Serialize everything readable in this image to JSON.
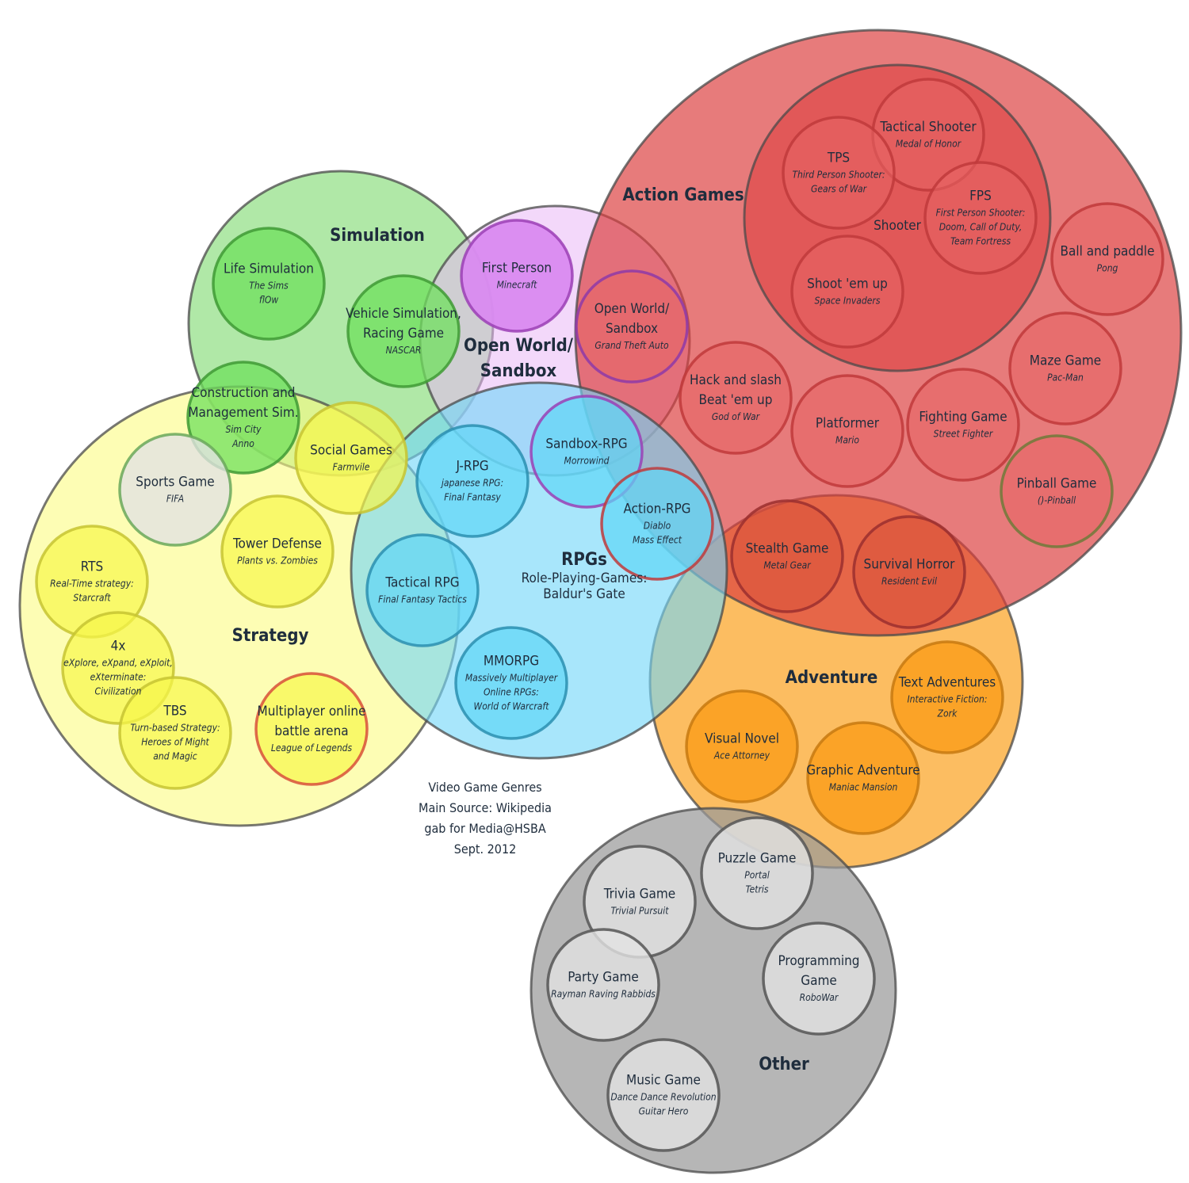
{
  "colors": {
    "simulation": "#7bd96c",
    "open_world": "#e9b8f5",
    "action": "#dc3c3c",
    "strategy": "#fbfb82",
    "rpg": "#72d6f8",
    "adventure": "#fba11e",
    "other": "#9a9a9a"
  },
  "categories": [
    {
      "key": "simulation",
      "label": "Simulation",
      "icon": "simulation-circle"
    },
    {
      "key": "open_world",
      "label": "Open World/ Sandbox",
      "lines": [
        "Open World/",
        "Sandbox"
      ],
      "icon": "open-world-circle"
    },
    {
      "key": "action",
      "label": "Action Games",
      "icon": "action-circle"
    },
    {
      "key": "shooter",
      "label": "Shooter",
      "icon": "shooter-circle"
    },
    {
      "key": "strategy",
      "label": "Strategy",
      "icon": "strategy-circle"
    },
    {
      "key": "rpg",
      "label": "RPGs",
      "sublines": [
        "Role-Playing-Games:",
        "Baldur's Gate"
      ],
      "icon": "rpg-circle"
    },
    {
      "key": "adventure",
      "label": "Adventure",
      "icon": "adventure-circle"
    },
    {
      "key": "other",
      "label": "Other",
      "icon": "other-circle"
    }
  ],
  "genres": [
    {
      "title": [
        "Life Simulation"
      ],
      "examples": [
        "The Sims",
        "flOw"
      ]
    },
    {
      "title": [
        "Vehicle Simulation,",
        "Racing Game"
      ],
      "examples": [
        "NASCAR"
      ]
    },
    {
      "title": [
        "Construction and",
        "Management Sim."
      ],
      "examples": [
        "Sim City",
        "Anno"
      ]
    },
    {
      "title": [
        "Social Games"
      ],
      "examples": [
        "Farmvile"
      ]
    },
    {
      "title": [
        "First Person"
      ],
      "examples": [
        "Minecraft"
      ]
    },
    {
      "title": [
        "Open World/",
        "Sandbox"
      ],
      "examples": [
        "Grand Theft Auto"
      ]
    },
    {
      "title": [
        "Sports Game"
      ],
      "examples": [
        "FIFA"
      ]
    },
    {
      "title": [
        "Tower Defense"
      ],
      "examples": [
        "Plants vs. Zombies"
      ]
    },
    {
      "title": [
        "RTS"
      ],
      "examples": [
        "Real-Time strategy:",
        "Starcraft"
      ]
    },
    {
      "title": [
        "4x"
      ],
      "examples": [
        "eXplore, eXpand, eXploit,",
        "eXterminate:",
        "Civilization"
      ]
    },
    {
      "title": [
        "TBS"
      ],
      "examples": [
        "Turn-based Strategy:",
        "Heroes of Might",
        "and Magic"
      ]
    },
    {
      "title": [
        "Multiplayer online",
        "battle arena"
      ],
      "examples": [
        "League of Legends"
      ]
    },
    {
      "title": [
        "J-RPG"
      ],
      "examples": [
        "japanese RPG:",
        "Final Fantasy"
      ]
    },
    {
      "title": [
        "Sandbox-RPG"
      ],
      "examples": [
        "Morrowind"
      ]
    },
    {
      "title": [
        "Action-RPG"
      ],
      "examples": [
        "Diablo",
        "Mass Effect"
      ]
    },
    {
      "title": [
        "Tactical RPG"
      ],
      "examples": [
        "Final Fantasy Tactics"
      ]
    },
    {
      "title": [
        "MMORPG"
      ],
      "examples": [
        "Massively Multiplayer",
        "Online RPGs:",
        "World of Warcraft"
      ]
    },
    {
      "title": [
        "Tactical Shooter"
      ],
      "examples": [
        "Medal of Honor"
      ]
    },
    {
      "title": [
        "TPS"
      ],
      "examples": [
        "Third Person Shooter:",
        "Gears of War"
      ]
    },
    {
      "title": [
        "FPS"
      ],
      "examples": [
        "First Person Shooter:",
        "Doom, Call of Duty,",
        "Team Fortress"
      ]
    },
    {
      "title": [
        "Shoot 'em up"
      ],
      "examples": [
        "Space Invaders"
      ]
    },
    {
      "title": [
        "Ball and paddle"
      ],
      "examples": [
        "Pong"
      ]
    },
    {
      "title": [
        "Maze Game"
      ],
      "examples": [
        "Pac-Man"
      ]
    },
    {
      "title": [
        "Hack and slash",
        "Beat 'em up"
      ],
      "examples": [
        "God of War"
      ]
    },
    {
      "title": [
        "Platformer"
      ],
      "examples": [
        "Mario"
      ]
    },
    {
      "title": [
        "Fighting Game"
      ],
      "examples": [
        "Street Fighter"
      ]
    },
    {
      "title": [
        "Pinball Game"
      ],
      "examples": [
        "()-Pinball"
      ]
    },
    {
      "title": [
        "Stealth Game"
      ],
      "examples": [
        "Metal Gear"
      ]
    },
    {
      "title": [
        "Survival Horror"
      ],
      "examples": [
        "Resident Evil"
      ]
    },
    {
      "title": [
        "Text Adventures"
      ],
      "examples": [
        "Interactive Fiction:",
        "Zork"
      ]
    },
    {
      "title": [
        "Visual Novel"
      ],
      "examples": [
        "Ace Attorney"
      ]
    },
    {
      "title": [
        "Graphic Adventure"
      ],
      "examples": [
        "Maniac Mansion"
      ]
    },
    {
      "title": [
        "Puzzle Game"
      ],
      "examples": [
        "Portal",
        "Tetris"
      ]
    },
    {
      "title": [
        "Trivia Game"
      ],
      "examples": [
        "Trivial Pursuit"
      ]
    },
    {
      "title": [
        "Party Game"
      ],
      "examples": [
        "Rayman Raving Rabbids"
      ]
    },
    {
      "title": [
        "Programming",
        "Game"
      ],
      "examples": [
        "RoboWar"
      ]
    },
    {
      "title": [
        "Music Game"
      ],
      "examples": [
        "Dance Dance Revolution",
        "Guitar Hero"
      ]
    }
  ],
  "credits": [
    "Video Game Genres",
    "Main Source: Wikipedia",
    "gab for Media@HSBA",
    "Sept. 2012"
  ]
}
